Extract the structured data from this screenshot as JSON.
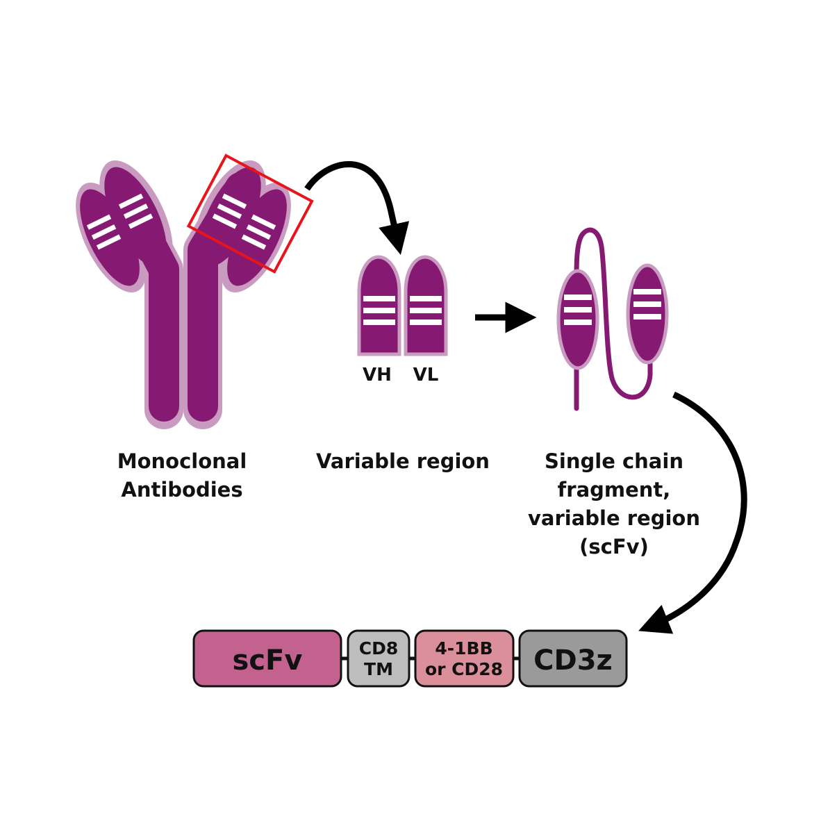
{
  "labels": {
    "monoclonal": [
      "Monoclonal",
      "Antibodies"
    ],
    "variable_region": "Variable region",
    "vh": "VH",
    "vl": "VL",
    "scfv_caption": [
      "Single chain",
      "fragment,",
      "variable region",
      "(scFv)"
    ]
  },
  "construct": {
    "scfv": "scFv",
    "cd8tm": [
      "CD8",
      "TM"
    ],
    "costim": [
      "4-1BB",
      "or CD28"
    ],
    "cd3z": "CD3z"
  },
  "colors": {
    "antibody_fill": "#861a73",
    "antibody_halo": "#c99bc1",
    "highlight_box": "#e8141c",
    "arrow": "#000000",
    "scfv_box": "#c4628f",
    "cd8tm_box": "#bdbdbd",
    "costim_box": "#db8f9a",
    "cd3z_box": "#9a9a9a",
    "stripe": "#ffffff"
  },
  "icons": {
    "antibody": "y-shaped-antibody-icon",
    "variable_domains": "vh-vl-domain-icon",
    "scfv_chain": "scfv-linker-icon"
  }
}
